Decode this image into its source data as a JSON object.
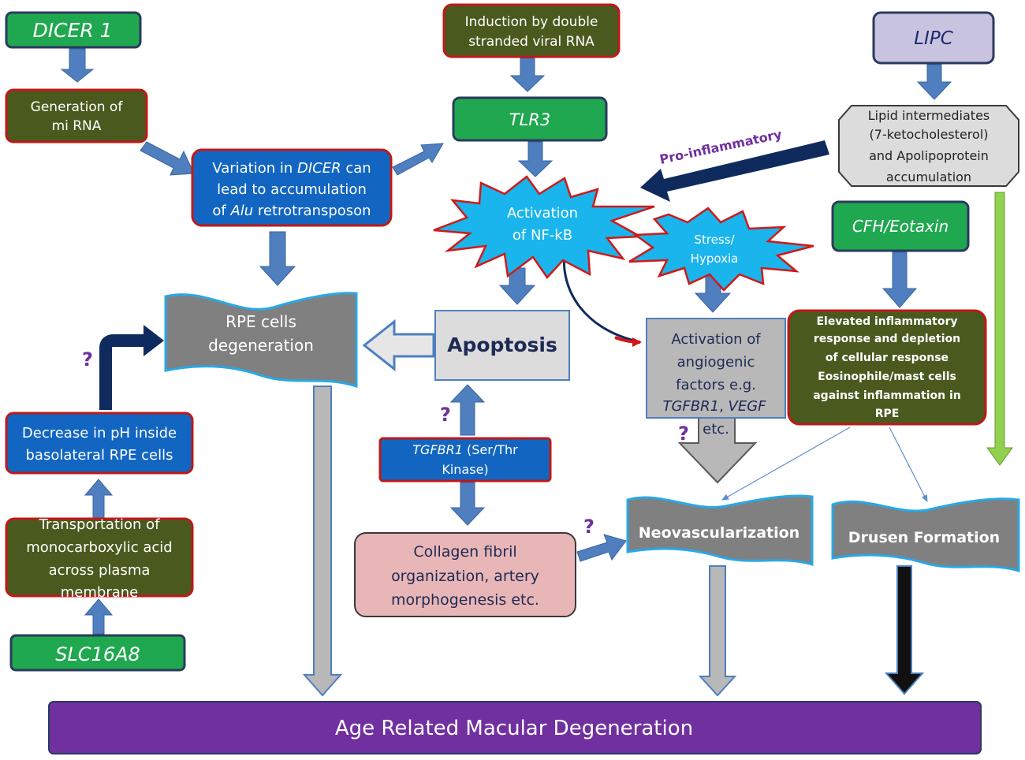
{
  "colors": {
    "green": "#1fa84f",
    "green_border": "#2b3a5e",
    "olive": "#4a5a1f",
    "olive_border": "#c01818",
    "blue": "#1266c2",
    "blue_border": "#c01818",
    "lavender": "#c8c3de",
    "light_gray": "#dcdcdc",
    "gray_banner": "#808080",
    "banner_edge": "#28a8e6",
    "star": "#19b5ec",
    "star_border": "#d11818",
    "pink": "#e8b6b6",
    "purple": "#7030a0",
    "arrow_blue": "#4f7fbf",
    "arrow_navy": "#0f2b5e",
    "arrow_gray": "#b8b8b8",
    "arrow_green": "#92d050",
    "arrow_black": "#111111",
    "curve_red": "#d11818"
  },
  "nodes": {
    "dicer1": "DICER 1",
    "mirna": [
      "Generation of",
      "mi RNA"
    ],
    "dicer_var": {
      "l1a": "Variation in ",
      "l1b": "DICER",
      "l1c": " can",
      "l2": "lead to accumulation",
      "l3a": "of ",
      "l3b": "Alu",
      "l3c": " retrotransposon"
    },
    "induction": [
      "Induction by double",
      "stranded viral RNA"
    ],
    "tlr3": "TLR3",
    "lipc": "LIPC",
    "lipid": [
      "Lipid intermediates",
      "(7-ketocholesterol)",
      "and Apolipoprotein",
      "accumulation"
    ],
    "nfkb": [
      "Activation",
      "of NF-kB"
    ],
    "stress": [
      "Stress/",
      "Hypoxia"
    ],
    "cfh": "CFH/Eotaxin",
    "rpe": [
      "RPE cells",
      "degeneration"
    ],
    "apoptosis": "Apoptosis",
    "angio": {
      "l1": "Activation of",
      "l2": "angiogenic",
      "l3": "factors e.g.",
      "l4a": "TGFBR1",
      "l4b": ",  ",
      "l4c": "VEGF",
      "l5": "etc."
    },
    "elevated": [
      "Elevated inflammatory",
      "response and depletion",
      "of cellular response",
      "Eosinophile/mast cells",
      "against inflammation in",
      "RPE"
    ],
    "ph": [
      "Decrease  in pH inside",
      "basolateral RPE  cells"
    ],
    "transport": [
      "Transportation of",
      "monocarboxylic acid",
      "across plasma",
      "membrane"
    ],
    "slc": "SLC16A8",
    "tgfbr1": {
      "l1a": "TGFBR1",
      "l1b": " (Ser/Thr",
      "l2": "Kinase)"
    },
    "collagen": [
      "Collagen fibril",
      "organization, artery",
      "morphogenesis etc."
    ],
    "neo": "Neovascularization",
    "drusen": "Drusen Formation",
    "amd": "Age Related Macular Degeneration"
  },
  "labels": {
    "pro_inflammatory": "Pro-inflammatory",
    "q": "?"
  }
}
